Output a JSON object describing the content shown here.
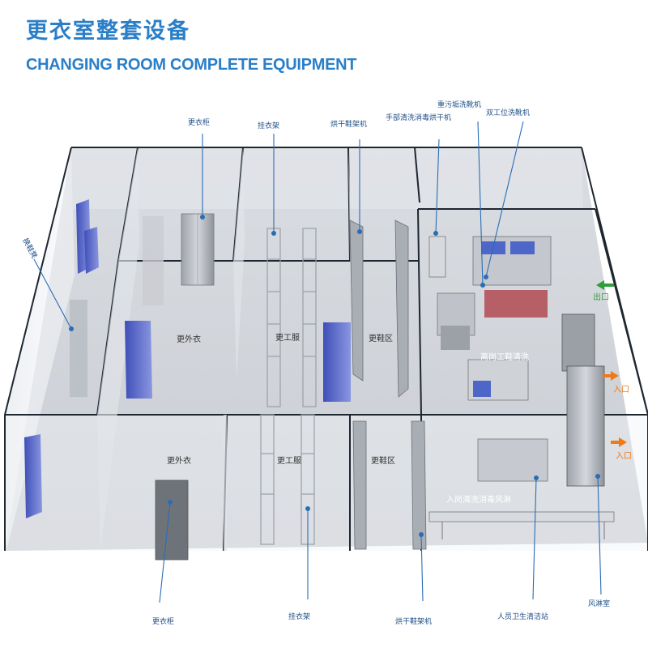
{
  "title": {
    "cn": "更衣室整套设备",
    "en": "CHANGING ROOM COMPLETE EQUIPMENT"
  },
  "callouts_top": {
    "locker": "更衣柜",
    "coat_rack": "挂衣架",
    "shoe_dryer": "烘干鞋架机",
    "hand_dryer": "手部清洗消毒烘干机",
    "heavy_washer": "重污垢洗靴机",
    "dual_washer": "双工位洗靴机"
  },
  "callouts_left": {
    "shoe_bench": "换鞋凳"
  },
  "callouts_bottom": {
    "locker": "更衣柜",
    "coat_rack": "挂衣架",
    "shoe_dryer": "烘干鞋架机",
    "hygiene_station": "人员卫生清洁站",
    "air_shower": "风淋室"
  },
  "rooms": {
    "outer_back": "更外衣",
    "work_back": "更工服",
    "shoe_back": "更鞋区",
    "outer_front": "更外衣",
    "work_front": "更工服",
    "shoe_front": "更鞋区",
    "exit_wash": "离岗工鞋清洗",
    "entry_wash": "入岗清洗消毒风淋"
  },
  "signs": {
    "exit": "出口",
    "entry1": "入口",
    "entry2": "入口"
  },
  "colors": {
    "title": "#2a7fc8",
    "label": "#1f4f86",
    "leader": "#2a6db5",
    "exit": "#2e9e3a",
    "entry": "#f07a1a",
    "door": "#4a5fc8"
  }
}
